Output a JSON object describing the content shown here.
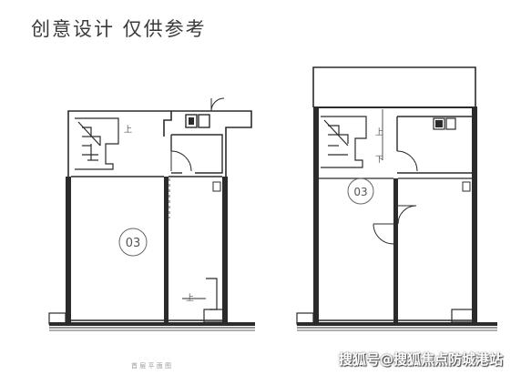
{
  "title": "创意设计 仅供参考",
  "plan_left": {
    "unit_number": "03",
    "stair_label": "上",
    "entry_stair_label": "上",
    "caption": "首 层 平 面 图"
  },
  "plan_right": {
    "unit_number": "03",
    "stair_up_label": "上",
    "stair_down_label": "下"
  },
  "watermark": "搜狐号@搜狐焦点防城港站",
  "colors": {
    "wall": "#2b2b2b",
    "line": "#555555",
    "caption": "#999999"
  }
}
